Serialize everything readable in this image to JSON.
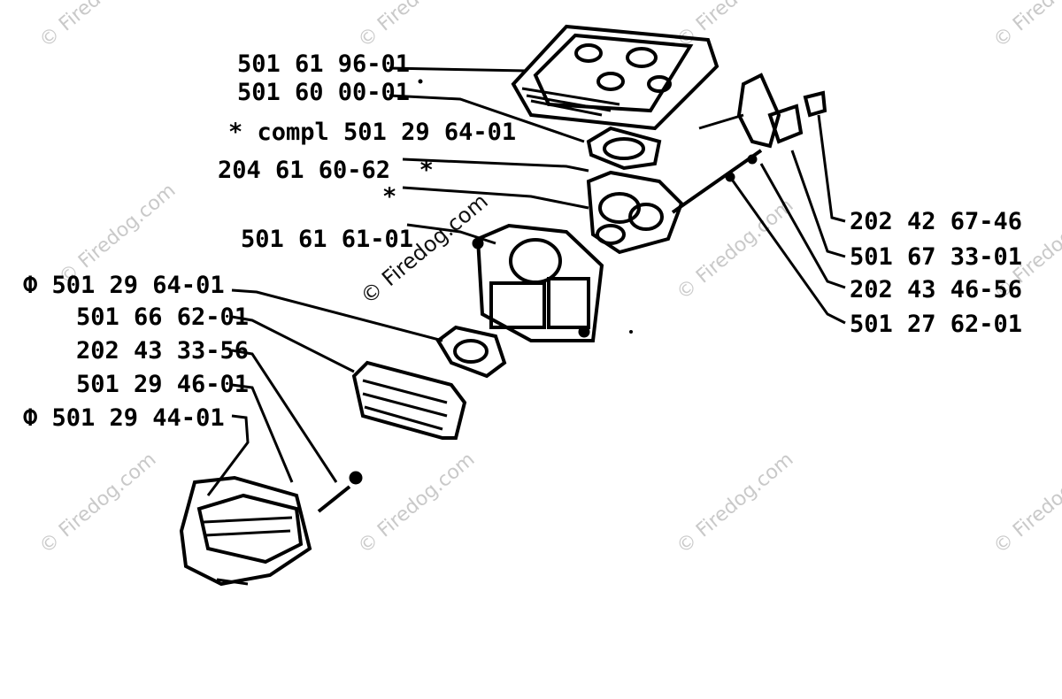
{
  "labels": {
    "l1": "501 61 96-01",
    "l2": "501 60 00-01",
    "l3": "* compl 501 29 64-01",
    "l4": "204 61 60-62  *",
    "l5": "*",
    "l6": "501 61 61-01",
    "l7": "Ф 501 29 64-01",
    "l8": "501 66 62-01",
    "l9": "202 43 33-56",
    "l10": "501 29 46-01",
    "l11": "Ф 501 29 44-01",
    "r1": "202 42 67-46",
    "r2": "501 67 33-01",
    "r3": "202 43 46-56",
    "r4": "501 27 62-01"
  },
  "watermark": "© Firedog.com",
  "watermark_center": "© Firedog.com"
}
